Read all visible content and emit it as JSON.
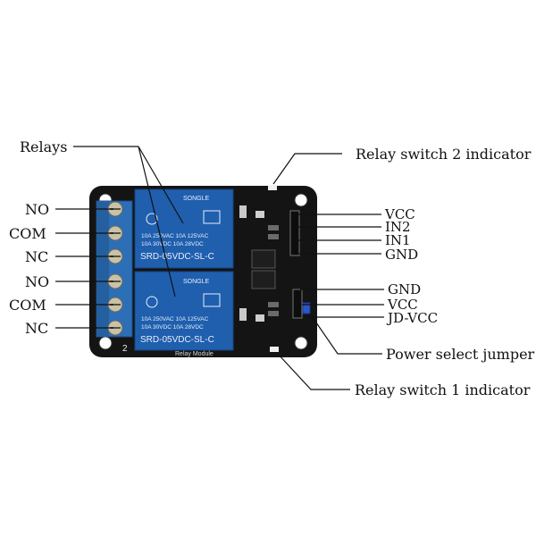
{
  "labels": {
    "relays": "Relays",
    "relay_switch_2_indicator": "Relay switch 2 indicator",
    "relay_switch_1_indicator": "Relay switch 1 indicator",
    "power_select_jumper": "Power select jumper",
    "left_terminals": [
      "NO",
      "COM",
      "NC",
      "NO",
      "COM",
      "NC"
    ],
    "right_pins_top": [
      "VCC",
      "IN2",
      "IN1",
      "GND"
    ],
    "right_pins_bottom": [
      "GND",
      "VCC",
      "JD-VCC"
    ]
  },
  "board": {
    "relay_top": {
      "brand": "SONGLE",
      "rating_line1": "10A 250VAC  10A 125VAC",
      "rating_line2": "10A 30VDC  10A 28VDC",
      "model": "SRD-05VDC-SL-C"
    },
    "relay_bottom": {
      "brand": "SONGLE",
      "rating_line1": "10A 250VAC  10A 125VAC",
      "rating_line2": "10A 30VDC  10A 28VDC",
      "model": "SRD-05VDC-SL-C"
    },
    "terminal_block_number": "2",
    "silkscreen_bottom": "Relay Module"
  },
  "colors": {
    "pcb": "#141414",
    "relay_blue": "#1f5fae",
    "terminal_blue": "#2c6fb7",
    "screw": "#c9c2a8",
    "led": "#f0f0f0"
  }
}
